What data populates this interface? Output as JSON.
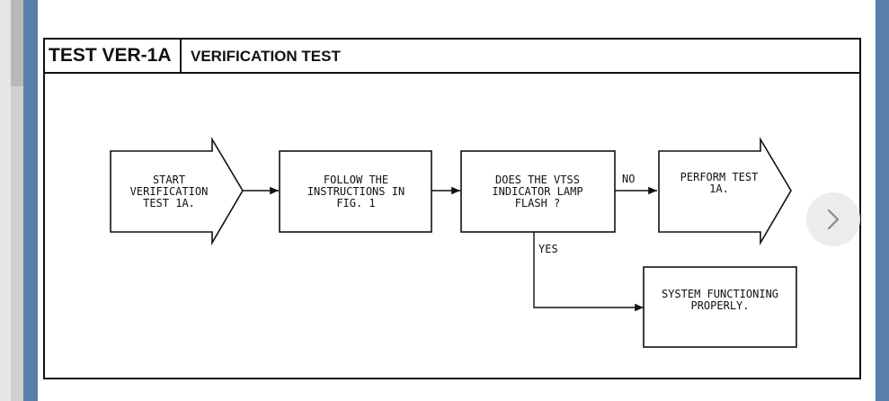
{
  "header": {
    "test_id": "TEST VER-1A",
    "title": "VERIFICATION TEST"
  },
  "flowchart": {
    "start": [
      "START",
      "VERIFICATION",
      "TEST 1A."
    ],
    "follow": [
      "FOLLOW THE",
      "INSTRUCTIONS IN",
      "FIG. 1"
    ],
    "question": [
      "DOES THE VTSS",
      "INDICATOR LAMP",
      "FLASH ?"
    ],
    "no_label": "NO",
    "yes_label": "YES",
    "perform": [
      "PERFORM TEST",
      "1A."
    ],
    "system_ok": [
      "SYSTEM FUNCTIONING",
      "PROPERLY."
    ]
  },
  "navigation": {
    "next_icon": "chevron-right-icon"
  }
}
